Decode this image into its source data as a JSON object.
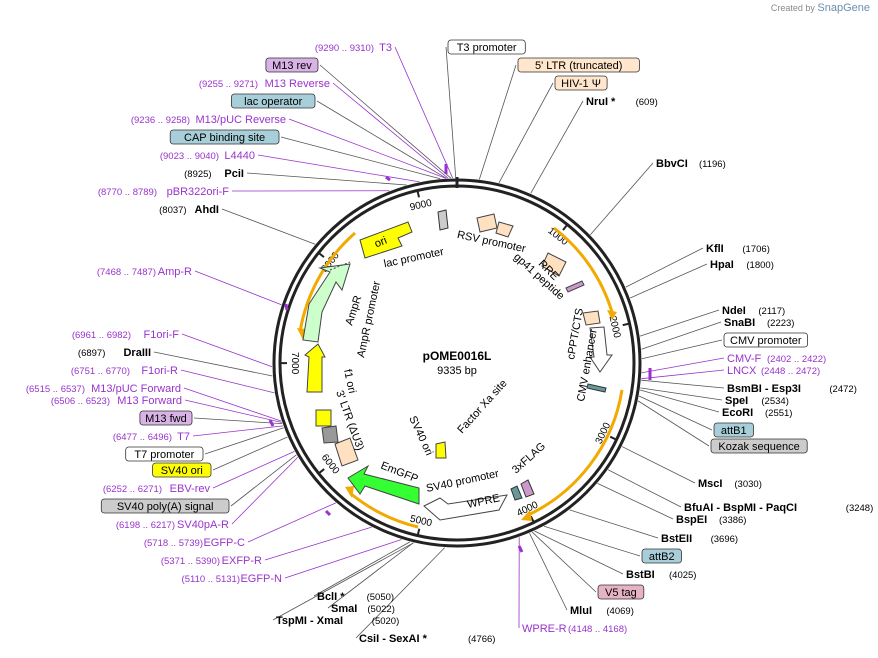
{
  "credit": {
    "prefix": "Created by",
    "brand": "SnapGene"
  },
  "plasmid": {
    "name": "pOME0016L",
    "length": "9335 bp"
  },
  "colors": {
    "purple": "#9933cc",
    "backbone": "#222222",
    "orange_arrow": "#f2a900",
    "promoter_fill": "#ffffff",
    "ori_yellow": "#ffff00",
    "ampr_green": "#ccffcc",
    "emgfp_green": "#33ff33",
    "ltr_peach": "#ffe0c0",
    "gray": "#999999"
  },
  "ticks": [
    "1000",
    "2000",
    "3000",
    "4000",
    "5000",
    "6000",
    "7000",
    "8000",
    "9000"
  ],
  "inner_labels": [
    "RSV promoter",
    "lac promoter",
    "ori",
    "RRE",
    "gp41 peptide",
    "cPPT/CTS",
    "CMV enhancer",
    "AmpR",
    "AmpR promoter",
    "f1 ori",
    "3' LTR (ΔU3)",
    "SV40 ori",
    "Factor Xa site",
    "3xFLAG",
    "SV40 promoter",
    "EmGFP",
    "WPRE"
  ],
  "left_labels": [
    {
      "pos": "(9290 .. 9310)",
      "name": "T3",
      "style": "purple"
    },
    {
      "pos": "",
      "name": "M13 rev",
      "style": "box-purple"
    },
    {
      "pos": "(9255 .. 9271)",
      "name": "M13 Reverse",
      "style": "purple"
    },
    {
      "pos": "",
      "name": "lac operator",
      "style": "box-teal"
    },
    {
      "pos": "(9236 .. 9258)",
      "name": "M13/pUC Reverse",
      "style": "purple"
    },
    {
      "pos": "",
      "name": "CAP binding site",
      "style": "box-teal"
    },
    {
      "pos": "(9023 .. 9040)",
      "name": "L4440",
      "style": "purple"
    },
    {
      "pos": "(8925)",
      "name": "PciI",
      "style": "enzyme"
    },
    {
      "pos": "(8770 .. 8789)",
      "name": "pBR322ori-F",
      "style": "purple"
    },
    {
      "pos": "(8037)",
      "name": "AhdI",
      "style": "enzyme"
    },
    {
      "pos": "(7468 .. 7487)",
      "name": "Amp-R",
      "style": "purple"
    },
    {
      "pos": "(6961 .. 6982)",
      "name": "F1ori-F",
      "style": "purple"
    },
    {
      "pos": "(6897)",
      "name": "DraIII",
      "style": "enzyme"
    },
    {
      "pos": "(6751 .. 6770)",
      "name": "F1ori-R",
      "style": "purple"
    },
    {
      "pos": "(6515 .. 6537)",
      "name": "M13/pUC Forward",
      "style": "purple"
    },
    {
      "pos": "(6506 .. 6523)",
      "name": "M13 Forward",
      "style": "purple"
    },
    {
      "pos": "",
      "name": "M13 fwd",
      "style": "box-purple"
    },
    {
      "pos": "(6477 .. 6496)",
      "name": "T7",
      "style": "purple"
    },
    {
      "pos": "",
      "name": "T7 promoter",
      "style": "box-white"
    },
    {
      "pos": "",
      "name": "SV40 ori",
      "style": "box-yellow"
    },
    {
      "pos": "(6252 .. 6271)",
      "name": "EBV-rev",
      "style": "purple"
    },
    {
      "pos": "",
      "name": "SV40 poly(A) signal",
      "style": "box-gray"
    },
    {
      "pos": "(6198 .. 6217)",
      "name": "SV40pA-R",
      "style": "purple"
    },
    {
      "pos": "(5718 .. 5739)",
      "name": "EGFP-C",
      "style": "purple"
    },
    {
      "pos": "(5371 .. 5390)",
      "name": "EXFP-R",
      "style": "purple"
    },
    {
      "pos": "(5110 .. 5131)",
      "name": "EGFP-N",
      "style": "purple"
    }
  ],
  "bottom_labels": [
    {
      "pos": "(5050)",
      "name": "BclI *",
      "style": "enzyme"
    },
    {
      "pos": "(5022)",
      "name": "SmaI",
      "style": "enzyme"
    },
    {
      "pos": "(5020)",
      "name": "TspMI  - XmaI",
      "style": "enzyme"
    },
    {
      "pos": "(4766)",
      "name": "CsiI  - SexAI *",
      "style": "enzyme"
    }
  ],
  "top_labels": [
    {
      "pos": "",
      "name": "T3 promoter",
      "style": "box-white"
    },
    {
      "pos": "",
      "name": "5' LTR (truncated)",
      "style": "box-peach"
    },
    {
      "pos": "",
      "name": "HIV-1 Ψ",
      "style": "box-peach"
    },
    {
      "pos": "(609)",
      "name": "NruI *",
      "style": "enzyme"
    }
  ],
  "right_labels": [
    {
      "pos": "(1196)",
      "name": "BbvCI",
      "style": "enzyme"
    },
    {
      "pos": "(1706)",
      "name": "KflI",
      "style": "enzyme"
    },
    {
      "pos": "(1800)",
      "name": "HpaI",
      "style": "enzyme"
    },
    {
      "pos": "(2117)",
      "name": "NdeI",
      "style": "enzyme"
    },
    {
      "pos": "(2223)",
      "name": "SnaBI",
      "style": "enzyme"
    },
    {
      "pos": "",
      "name": "CMV promoter",
      "style": "box-white"
    },
    {
      "pos": "(2402 .. 2422)",
      "name": "CMV-F",
      "style": "purple"
    },
    {
      "pos": "(2448 .. 2472)",
      "name": "LNCX",
      "style": "purple"
    },
    {
      "pos": "(2472)",
      "name": "BsmBI  - Esp3I",
      "style": "enzyme"
    },
    {
      "pos": "(2534)",
      "name": "SpeI",
      "style": "enzyme"
    },
    {
      "pos": "(2551)",
      "name": "EcoRI",
      "style": "enzyme"
    },
    {
      "pos": "",
      "name": "attB1",
      "style": "box-teal"
    },
    {
      "pos": "",
      "name": "Kozak sequence",
      "style": "box-gray"
    },
    {
      "pos": "(3030)",
      "name": "MscI",
      "style": "enzyme"
    },
    {
      "pos": "(3248)",
      "name": "BfuAI  - BspMI  - PaqCI",
      "style": "enzyme"
    },
    {
      "pos": "(3386)",
      "name": "BspEI",
      "style": "enzyme"
    },
    {
      "pos": "(3696)",
      "name": "BstEII",
      "style": "enzyme"
    },
    {
      "pos": "",
      "name": "attB2",
      "style": "box-teal"
    },
    {
      "pos": "(4025)",
      "name": "BstBI",
      "style": "enzyme"
    },
    {
      "pos": "",
      "name": "V5 tag",
      "style": "box-pink"
    },
    {
      "pos": "(4069)",
      "name": "MluI",
      "style": "enzyme"
    },
    {
      "pos": "(4148 .. 4168)",
      "name": "WPRE-R",
      "style": "purple"
    }
  ]
}
